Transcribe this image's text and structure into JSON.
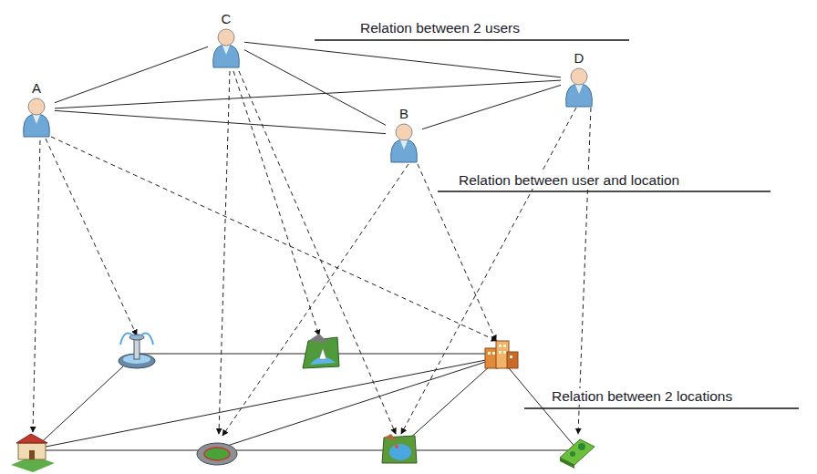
{
  "diagram": {
    "nodes": [
      {
        "text": [
          "A"
        ]
      },
      {
        "text": [
          "C"
        ]
      },
      {
        "text": [
          "B"
        ]
      },
      {
        "text": [
          "D"
        ]
      }
    ],
    "edges": [
      {
        "from": 0,
        "to": 1,
        "arrow": "none"
      },
      {
        "from": 0,
        "to": 2,
        "arrow": "none"
      },
      {
        "from": 0,
        "to": 3,
        "arrow": "none"
      },
      {
        "from": 1,
        "to": 2,
        "arrow": "none"
      },
      {
        "from": 1,
        "to": 3,
        "arrow": "none"
      },
      {
        "from": 2,
        "to": 3,
        "arrow": "none"
      }
    ],
    "labels": [
      "Relation between 2 users",
      "Relation between user and location",
      "Relation between 2 locations"
    ]
  }
}
